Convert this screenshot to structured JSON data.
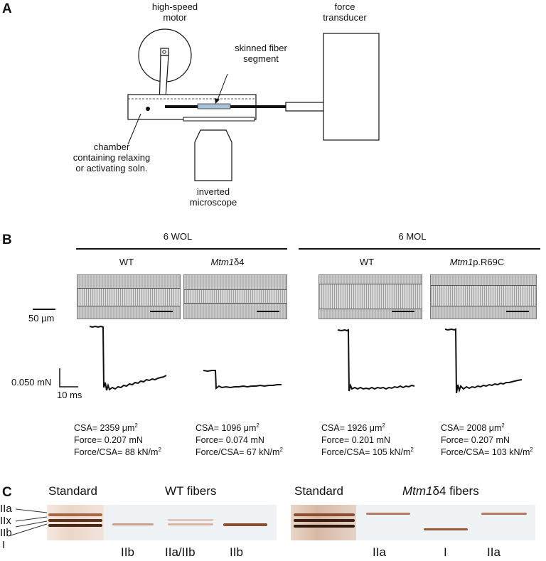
{
  "panel_a": {
    "letter": "A",
    "motor_label": [
      "high-speed",
      "motor"
    ],
    "fiber_label": [
      "skinned fiber",
      "segment"
    ],
    "transducer_label": [
      "force",
      "transducer"
    ],
    "chamber_label": [
      "chamber",
      "containing relaxing",
      "or activating soln."
    ],
    "microscope_label": [
      "inverted",
      "microscope"
    ]
  },
  "panel_b": {
    "letter": "B",
    "group_wol": "6 WOL",
    "group_mol": "6 MOL",
    "col1": "WT",
    "col2_italic": "Mtm1",
    "col2_rest": "δ4",
    "col3": "WT",
    "col4_italic": "Mtm1",
    "col4_rest": "p.R69C",
    "scale_um": "50 µm",
    "scale_force": "0.050 mN",
    "scale_time": "10 ms",
    "results": [
      {
        "csa": "CSA= 2359 μm",
        "force": "Force= 0.207 mN",
        "ratio": "Force/CSA= 88 kN/m",
        "csa_value": 2359,
        "force_value": 0.207,
        "ratio_value": 88
      },
      {
        "csa": "CSA= 1096 μm",
        "force": "Force= 0.074 mN",
        "ratio": "Force/CSA= 67 kN/m",
        "csa_value": 1096,
        "force_value": 0.074,
        "ratio_value": 67
      },
      {
        "csa": "CSA= 1926 μm",
        "force": "Force= 0.201 mN",
        "ratio": "Force/CSA= 105 kN/m",
        "csa_value": 1926,
        "force_value": 0.201,
        "ratio_value": 105
      },
      {
        "csa": "CSA= 2008 μm",
        "force": "Force= 0.207 mN",
        "ratio": "Force/CSA= 103 kN/m",
        "csa_value": 2008,
        "force_value": 0.207,
        "ratio_value": 103
      }
    ],
    "sup": "2"
  },
  "panel_c": {
    "letter": "C",
    "left_standard": "Standard",
    "wt_fibers": "WT fibers",
    "right_standard": "Standard",
    "mtm_italic": "Mtm1",
    "mtm_rest": "δ4 fibers",
    "isoforms": [
      "IIa",
      "IIx",
      "IIb",
      "I"
    ],
    "wt_lanes": [
      "IIb",
      "IIa/IIb",
      "IIb"
    ],
    "mtm_lanes": [
      "IIa",
      "I",
      "IIa"
    ]
  },
  "colors": {
    "band_dark": "#4a2a16",
    "band_medium": "#8a4e30",
    "band_light": "#c7a08f",
    "gel_bg": "#eef2f4"
  }
}
